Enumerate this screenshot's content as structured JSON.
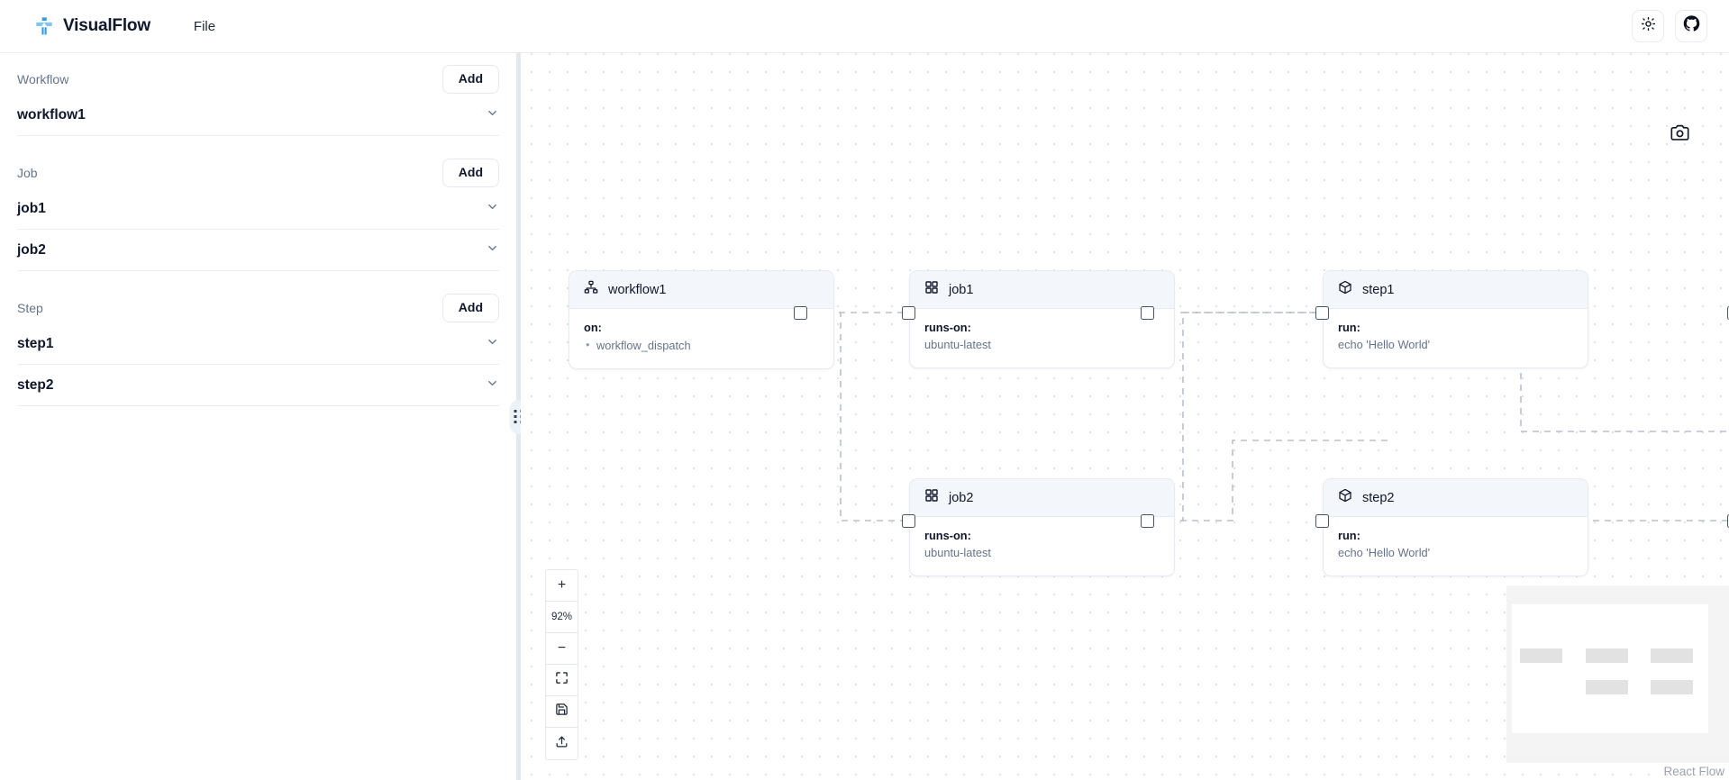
{
  "app": {
    "brand_name": "VisualFlow",
    "logo_icon": "workflow-hierarchy-icon",
    "accent_color": "#2f9be8",
    "menu": [
      {
        "label": "File",
        "name": "menu-file"
      }
    ],
    "actions": [
      {
        "name": "theme-toggle-button",
        "icon": "sun-icon",
        "label": ""
      },
      {
        "name": "github-link-button",
        "icon": "github-icon",
        "label": ""
      }
    ]
  },
  "sidebar": {
    "sections": [
      {
        "label": "Workflow",
        "add_label": "Add",
        "items": [
          {
            "label": "workflow1",
            "icon": "chevron-down-icon"
          }
        ]
      },
      {
        "label": "Job",
        "add_label": "Add",
        "items": [
          {
            "label": "job1",
            "icon": "chevron-down-icon"
          },
          {
            "label": "job2",
            "icon": "chevron-down-icon"
          }
        ]
      },
      {
        "label": "Step",
        "add_label": "Add",
        "items": [
          {
            "label": "step1",
            "icon": "chevron-down-icon"
          },
          {
            "label": "step2",
            "icon": "chevron-down-icon"
          }
        ]
      }
    ]
  },
  "canvas": {
    "screenshot_icon": "camera-icon",
    "nodes": [
      {
        "id": "workflow1",
        "type": "workflow",
        "icon": "hierarchy-icon",
        "title": "workflow1",
        "key": "on:",
        "list": [
          "workflow_dispatch"
        ],
        "value": ""
      },
      {
        "id": "job1",
        "type": "job",
        "icon": "grid-blocks-icon",
        "title": "job1",
        "key": "runs-on:",
        "list": [],
        "value": "ubuntu-latest"
      },
      {
        "id": "step1",
        "type": "step",
        "icon": "cube-icon",
        "title": "step1",
        "key": "run:",
        "list": [],
        "value": "echo 'Hello World'"
      },
      {
        "id": "job2",
        "type": "job",
        "icon": "grid-blocks-icon",
        "title": "job2",
        "key": "runs-on:",
        "list": [],
        "value": "ubuntu-latest"
      },
      {
        "id": "step2",
        "type": "step",
        "icon": "cube-icon",
        "title": "step2",
        "key": "run:",
        "list": [],
        "value": "echo 'Hello World'"
      }
    ],
    "controls": {
      "zoom_in_label": "+",
      "zoom_level": "92%",
      "zoom_out_label": "−",
      "fit_view_icon": "fit-view-icon",
      "save_icon": "save-disk-icon",
      "export_icon": "export-upload-icon"
    },
    "attribution": "React Flow"
  }
}
